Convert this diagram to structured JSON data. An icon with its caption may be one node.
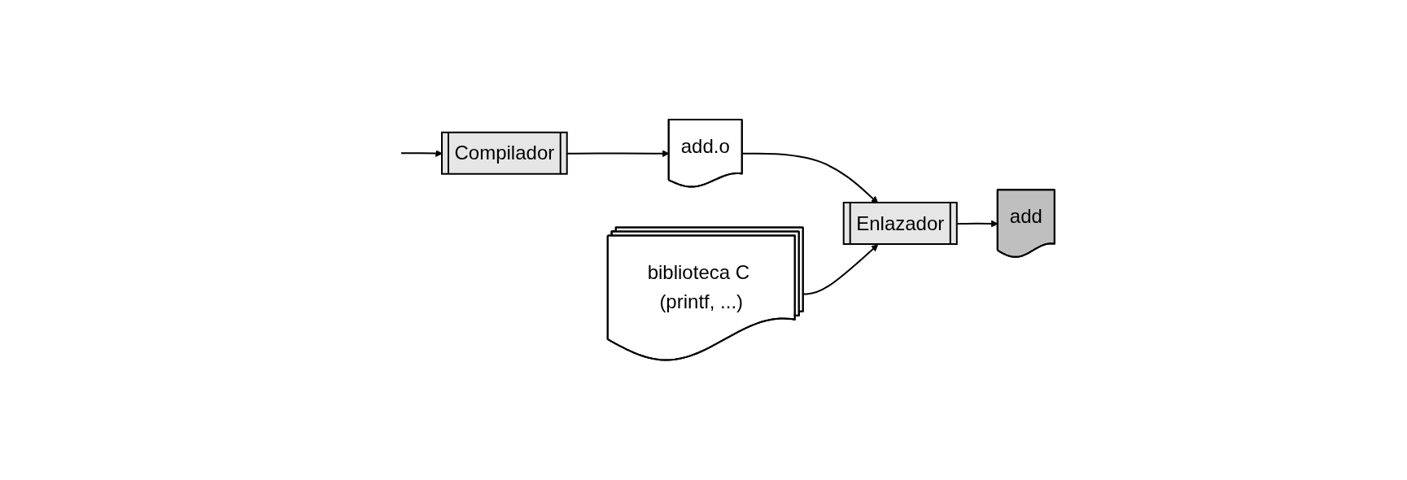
{
  "diagram": {
    "nodes": [
      {
        "text": [
          "Compilador"
        ]
      },
      {
        "text": [
          "add.o"
        ]
      },
      {
        "text": [
          "biblioteca C (printf, ...)"
        ]
      },
      {
        "text": [
          "Enlazador"
        ]
      },
      {
        "text": [
          "add"
        ]
      }
    ],
    "edges": [
      {
        "from": null,
        "to": 0,
        "arrow": "to"
      },
      {
        "from": 0,
        "to": 1,
        "arrow": "to"
      },
      {
        "from": 1,
        "to": 3,
        "arrow": "to"
      },
      {
        "from": 2,
        "to": 3,
        "arrow": "to"
      },
      {
        "from": 3,
        "to": 4,
        "arrow": "to"
      }
    ]
  }
}
